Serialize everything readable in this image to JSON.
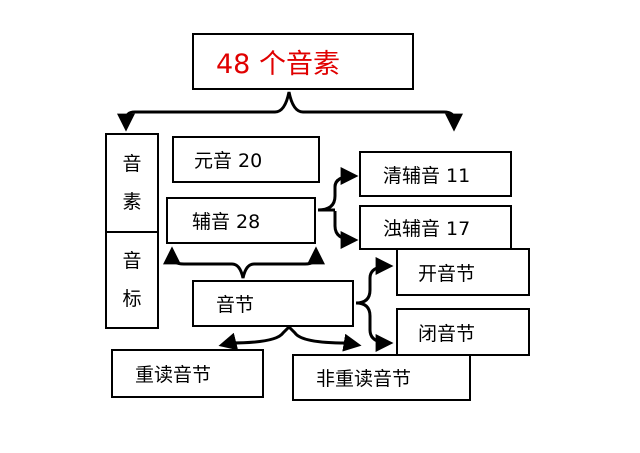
{
  "root": "48 个音素",
  "side": {
    "top_chars": [
      "音",
      "素"
    ],
    "bottom_chars": [
      "音",
      "标"
    ]
  },
  "vowel": "元音 20",
  "consonant": "辅音 28",
  "voiceless": "清辅音 11",
  "voiced": "浊辅音 17",
  "syllable": "音节",
  "open_syllable": "开音节",
  "closed_syllable": "闭音节",
  "stressed_syllable": "重读音节",
  "unstressed_syllable": "非重读音节",
  "colors": {
    "title": "#e00000",
    "line": "#000000"
  }
}
